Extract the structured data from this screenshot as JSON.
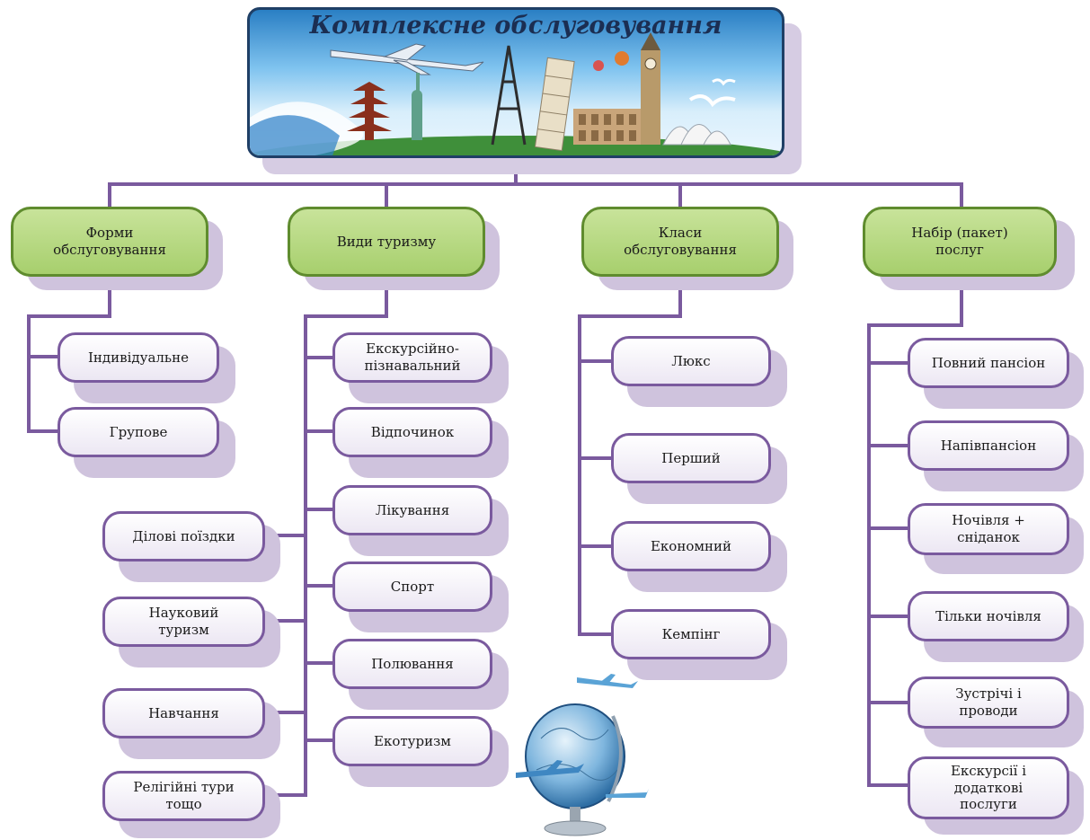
{
  "title": "Комплексне обслуговування",
  "categories": [
    {
      "label": "Форми\nобслуговування",
      "items_right": [
        "Індивідуальне",
        "Групове"
      ]
    },
    {
      "label": "Види туризму",
      "items_right": [
        "Екскурсійно-\nпізнавальний",
        "Відпочинок",
        "Лікування",
        "Спорт",
        "Полювання",
        "Екотуризм"
      ],
      "items_left": [
        "Ділові поїздки",
        "Науковий\nтуризм",
        "Навчання",
        "Релігійні тури\nтощо"
      ]
    },
    {
      "label": "Класи\nобслуговування",
      "items_right": [
        "Люкс",
        "Перший",
        "Економний",
        "Кемпінг"
      ]
    },
    {
      "label": "Набір (пакет)\nпослуг",
      "items_right": [
        "Повний пансіон",
        "Напівпансіон",
        "Ночівля +\nсніданок",
        "Тільки ночівля",
        "Зустрічі і\nпроводи",
        "Екскурсії і\nдодаткові\nпослуги"
      ]
    }
  ]
}
